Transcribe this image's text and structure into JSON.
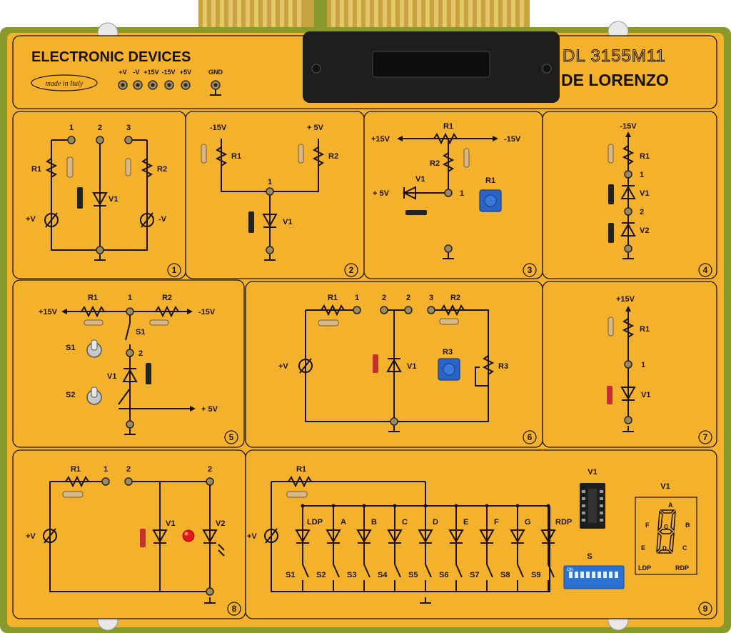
{
  "header": {
    "title": "ELECTRONIC DEVICES",
    "origin": "made in Italy",
    "model": "DL 3155M11",
    "brand": "DE LORENZO",
    "supply_labels": [
      "+V",
      "-V",
      "+15V",
      "-15V",
      "+5V"
    ],
    "gnd_label": "GND"
  },
  "panels": [
    {
      "number": "1"
    },
    {
      "number": "2"
    },
    {
      "number": "3"
    },
    {
      "number": "4"
    },
    {
      "number": "5"
    },
    {
      "number": "6"
    },
    {
      "number": "7"
    },
    {
      "number": "8"
    },
    {
      "number": "9"
    }
  ],
  "panel1": {
    "t1": "1",
    "t2": "2",
    "t3": "3",
    "r1": "R1",
    "r2": "R2",
    "v1": "V1",
    "pv": "+V",
    "nv": "-V"
  },
  "panel2": {
    "m15": "-15V",
    "p5": "+ 5V",
    "r1": "R1",
    "r2": "R2",
    "t1": "1",
    "v1": "V1"
  },
  "panel3": {
    "p15": "+15V",
    "m15": "-15V",
    "r1": "R1",
    "r2": "R2",
    "v1": "V1",
    "p5": "+ 5V",
    "t1": "1",
    "pot": "R1"
  },
  "panel4": {
    "m15": "-15V",
    "r1": "R1",
    "t1": "1",
    "v1": "V1",
    "t2": "2",
    "v2": "V2"
  },
  "panel5": {
    "p15": "+15V",
    "m15": "-15V",
    "r1": "R1",
    "r2": "R2",
    "t1": "1",
    "s1": "S1",
    "sw1": "S1",
    "t2": "2",
    "v1": "V1",
    "sw2": "S2",
    "p5": "+ 5V"
  },
  "panel6": {
    "r1": "R1",
    "t1": "1",
    "t2a": "2",
    "t2b": "2",
    "t3": "3",
    "r2": "R2",
    "pv": "+V",
    "v1": "V1",
    "pot": "R3",
    "r3": "R3"
  },
  "panel7": {
    "p15": "+15V",
    "r1": "R1",
    "t1": "1",
    "v1": "V1"
  },
  "panel8": {
    "r1": "R1",
    "t1": "1",
    "t2": "2",
    "t2b": "2",
    "pv": "+V",
    "v1": "V1",
    "v2": "V2"
  },
  "panel9": {
    "r1": "R1",
    "pv": "+V",
    "segments": [
      "LDP",
      "A",
      "B",
      "C",
      "D",
      "E",
      "F",
      "G",
      "RDP"
    ],
    "switches": [
      "S1",
      "S2",
      "S3",
      "S4",
      "S5",
      "S6",
      "S7",
      "S8",
      "S9"
    ],
    "socket_label": "V1",
    "dip_label": "S",
    "display_label": "V1",
    "display_segments": {
      "a": "A",
      "b": "B",
      "c": "C",
      "d": "D",
      "e": "E",
      "f": "F",
      "g": "G",
      "ldp": "LDP",
      "rdp": "RDP"
    },
    "dip_on": "ON"
  },
  "colors": {
    "board_green": "#8a9a2a",
    "panel_yellow": "#f3b12c",
    "ink": "#1a1208",
    "pot_blue": "#2a63c4",
    "led_red": "#e01818"
  }
}
